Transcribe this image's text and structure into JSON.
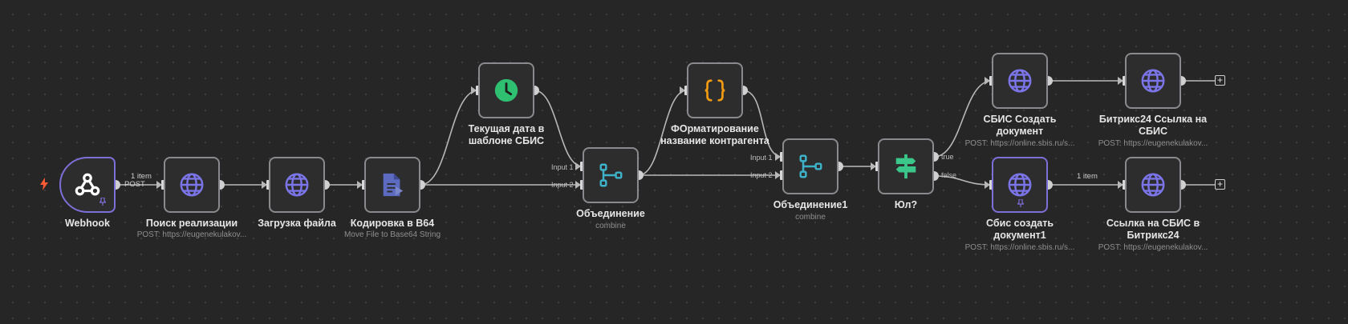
{
  "nodes": {
    "webhook": {
      "label": "Webhook",
      "icon": "webhook-icon",
      "color": "#ffffff"
    },
    "search": {
      "label": "Поиск реализации",
      "subtitle": "POST: https://eugenekulakov...",
      "icon": "globe-icon",
      "color": "#7b75e8"
    },
    "download": {
      "label": "Загрузка файла",
      "icon": "globe-icon",
      "color": "#7b75e8"
    },
    "encode": {
      "label": "Кодировка в B64",
      "subtitle": "Move File to Base64 String",
      "icon": "file-convert-icon",
      "color": "#5c6bc0"
    },
    "date": {
      "label": "Текущая дата в шаблоне СБИС",
      "icon": "clock-icon",
      "color": "#2fbf71"
    },
    "merge1": {
      "label": "Объединение",
      "subtitle": "combine",
      "icon": "merge-icon",
      "color": "#3db2c9",
      "inputs": [
        "Input 1",
        "Input 2"
      ]
    },
    "format": {
      "label": "ФОрматирование название контрагента",
      "icon": "code-braces-icon",
      "color": "#f39c12"
    },
    "merge2": {
      "label": "Объединение1",
      "subtitle": "combine",
      "icon": "merge-icon",
      "color": "#3db2c9",
      "inputs": [
        "Input 1",
        "Input 2"
      ]
    },
    "if": {
      "label": "Юл?",
      "icon": "signpost-icon",
      "color": "#3bc78a",
      "outputs": [
        "true",
        "false"
      ]
    },
    "sbis_create": {
      "label": "СБИС Создать документ",
      "subtitle": "POST: https://online.sbis.ru/s...",
      "icon": "globe-icon",
      "color": "#7b75e8"
    },
    "bitrix_link": {
      "label": "Битрикс24 Ссылка на СБИС",
      "subtitle": "POST: https://eugenekulakov...",
      "icon": "globe-icon",
      "color": "#7b75e8"
    },
    "sbis_create1": {
      "label": "Сбис создать документ1",
      "subtitle": "POST: https://online.sbis.ru/s...",
      "icon": "globe-icon",
      "color": "#7b75e8"
    },
    "sbis_link": {
      "label": "Ссылка на СБИС в Битрикс24",
      "subtitle": "POST: https://eugenekulakov...",
      "icon": "globe-icon",
      "color": "#7b75e8"
    }
  },
  "edges": {
    "webhook_items": "1 item",
    "webhook_method": "POST",
    "sbis_create1_items": "1 item"
  },
  "plus_symbol": "+",
  "colors": {
    "canvas": "#262626",
    "edge": "#b8b8b8",
    "trigger_accent": "#ff5a36",
    "selected_border": "#7d6fd8"
  }
}
